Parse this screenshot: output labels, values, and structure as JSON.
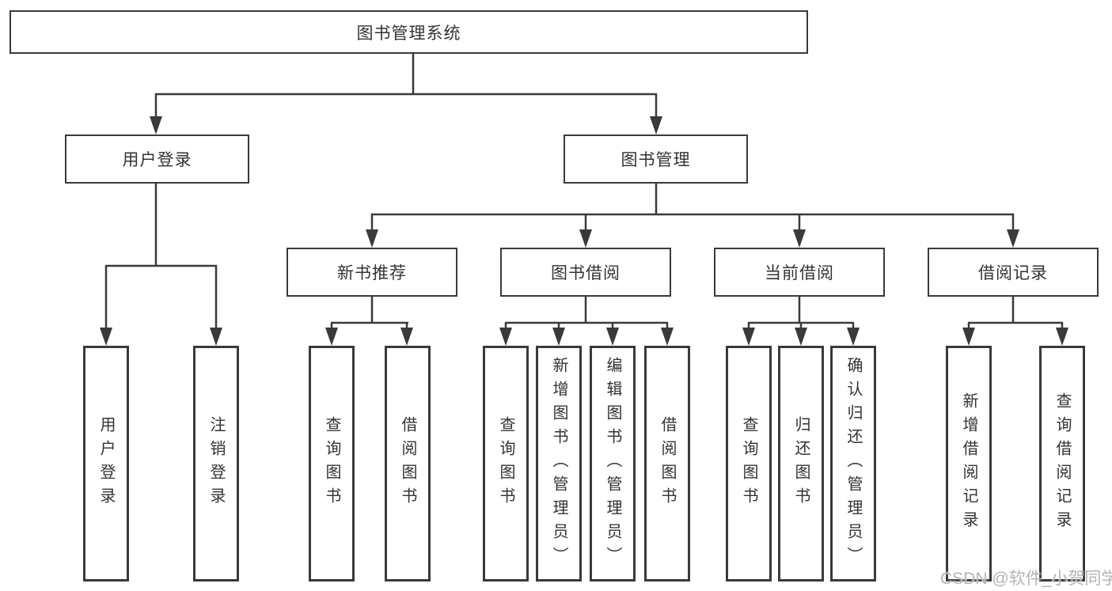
{
  "diagram": {
    "type": "tree",
    "root": {
      "label": "图书管理系统"
    },
    "level2": [
      {
        "label": "用户登录",
        "parent": "图书管理系统"
      },
      {
        "label": "图书管理",
        "parent": "图书管理系统"
      }
    ],
    "level3": [
      {
        "label": "新书推荐",
        "parent": "图书管理"
      },
      {
        "label": "图书借阅",
        "parent": "图书管理"
      },
      {
        "label": "当前借阅",
        "parent": "图书管理"
      },
      {
        "label": "借阅记录",
        "parent": "图书管理"
      }
    ],
    "leaves": [
      {
        "label": "用户登录",
        "parent": "用户登录"
      },
      {
        "label": "注销登录",
        "parent": "用户登录"
      },
      {
        "label": "查询图书",
        "parent": "新书推荐"
      },
      {
        "label": "借阅图书",
        "parent": "新书推荐"
      },
      {
        "label": "查询图书",
        "parent": "图书借阅"
      },
      {
        "label": "新增图书（管理员）",
        "parent": "图书借阅"
      },
      {
        "label": "编辑图书（管理员）",
        "parent": "图书借阅"
      },
      {
        "label": "借阅图书",
        "parent": "图书借阅"
      },
      {
        "label": "查询图书",
        "parent": "当前借阅"
      },
      {
        "label": "归还图书",
        "parent": "当前借阅"
      },
      {
        "label": "确认归还（管理员）",
        "parent": "当前借阅"
      },
      {
        "label": "新增借阅记录",
        "parent": "借阅记录"
      },
      {
        "label": "查询借阅记录",
        "parent": "借阅记录"
      }
    ]
  },
  "watermark": "CSDN @软件_小贺同学",
  "colors": {
    "line": "#3a3a3a",
    "border": "#3a3a3a",
    "text": "#333333",
    "box_bg": "#ffffff",
    "watermark": "#b3b3b3"
  }
}
